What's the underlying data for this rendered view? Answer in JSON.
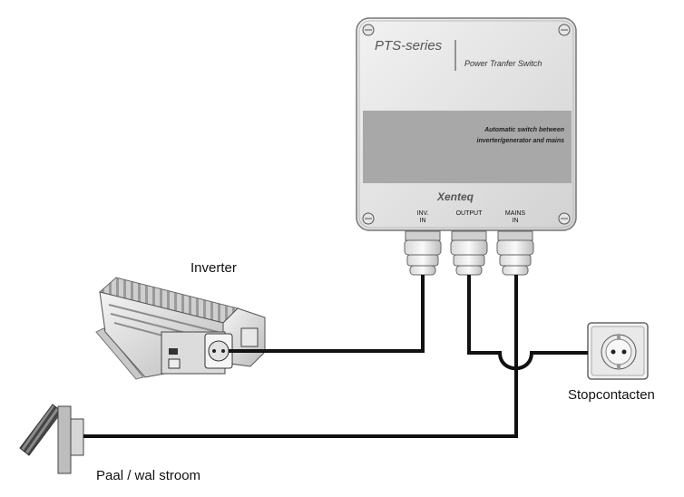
{
  "pts_box": {
    "brand": "PTS-series",
    "subtitle": "Power Tranfer Switch",
    "panel_line1": "Automatic switch between",
    "panel_line2": "inverter/generator and mains",
    "logo": "Xenteq",
    "ports": [
      {
        "line1": "INV.",
        "line2": "IN"
      },
      {
        "line1": "OUTPUT",
        "line2": ""
      },
      {
        "line1": "MAINS",
        "line2": "IN"
      }
    ]
  },
  "labels": {
    "inverter": "Inverter",
    "socket": "Stopcontacten",
    "shore_power": "Paal / wal stroom"
  }
}
